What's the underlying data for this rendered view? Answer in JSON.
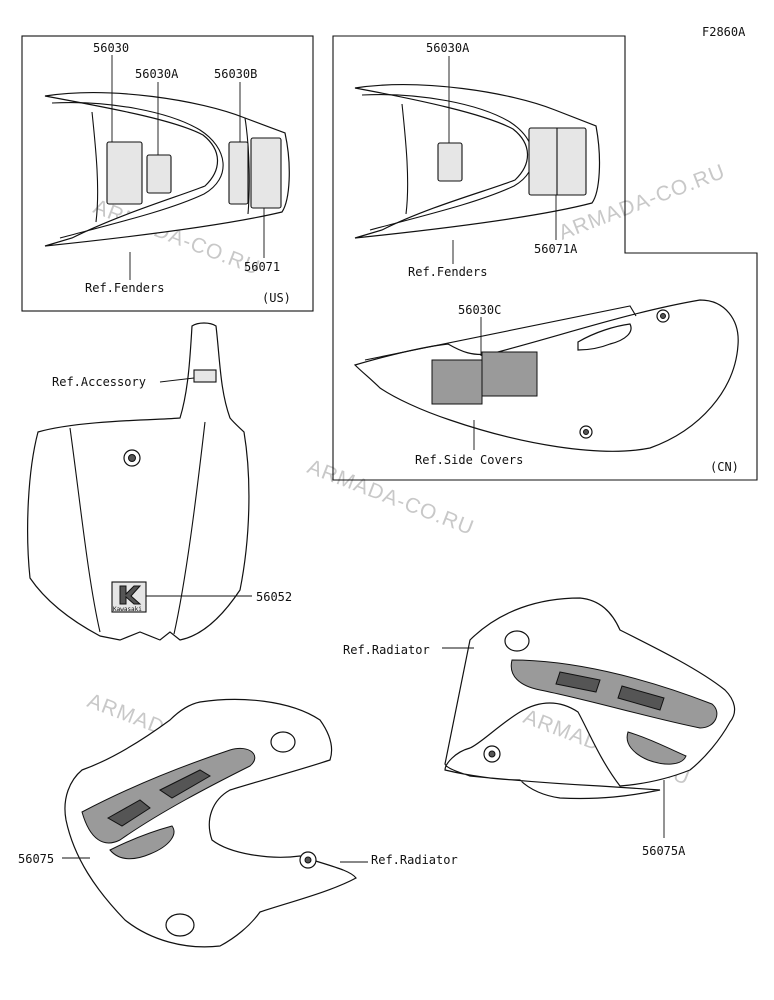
{
  "figure_code": "F2860A",
  "watermark": "ARMADA-CO.RU",
  "us_box": {
    "region": "(US)",
    "labels": {
      "p56030": "56030",
      "p56030A": "56030A",
      "p56030B": "56030B",
      "p56071": "56071",
      "ref_fenders": "Ref.Fenders"
    }
  },
  "cn_box": {
    "region": "(CN)",
    "labels": {
      "p56030A": "56030A",
      "p56071A": "56071A",
      "ref_fenders": "Ref.Fenders",
      "p56030C": "56030C",
      "ref_side_covers": "Ref.Side Covers"
    }
  },
  "number_plate": {
    "labels": {
      "ref_accessory": "Ref.Accessory",
      "p56052": "56052"
    },
    "logo_text": "Kawasaki"
  },
  "radiator_left": {
    "labels": {
      "p56075": "56075",
      "ref_radiator": "Ref.Radiator"
    }
  },
  "radiator_right": {
    "labels": {
      "p56075A": "56075A",
      "ref_radiator": "Ref.Radiator"
    }
  }
}
